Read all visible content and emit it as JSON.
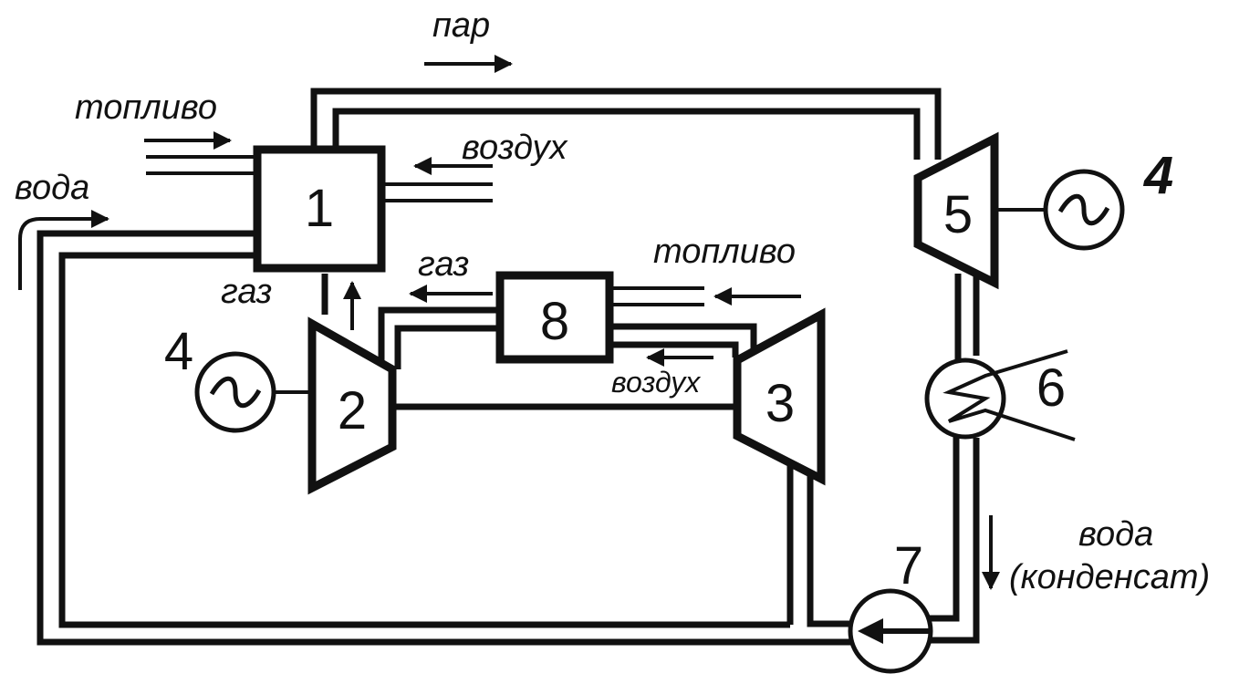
{
  "labels": {
    "steam": "пар",
    "fuel_top": "топливо",
    "air_top": "воздух",
    "water_in": "вода",
    "gas_left": "газ",
    "gas_mid": "газ",
    "fuel_mid": "топливо",
    "air_bottom": "воздух",
    "water_condensate_line1": "вода",
    "water_condensate_line2": "(конденсат)"
  },
  "components": {
    "c1": "1",
    "c2": "2",
    "c3": "3",
    "c4_left": "4",
    "c4_right": "4",
    "c5": "5",
    "c6": "6",
    "c7": "7",
    "c8": "8"
  }
}
